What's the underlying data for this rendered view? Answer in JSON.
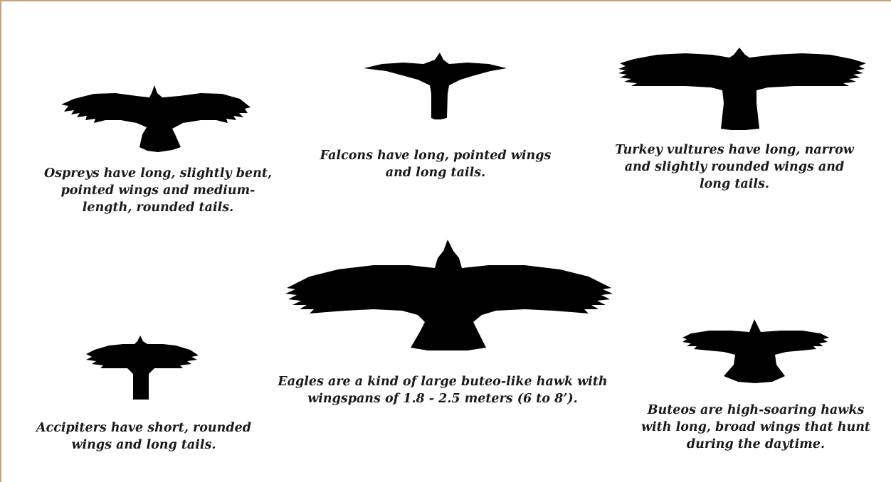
{
  "colors": {
    "frame": "#c8a27a",
    "silhouette": "#000000",
    "text": "#1a1a1a",
    "background": "#ffffff"
  },
  "birds": {
    "osprey": {
      "icon": "osprey-silhouette",
      "caption": [
        "Ospreys have long, slightly bent,",
        "pointed wings and medium-",
        "length, rounded tails."
      ]
    },
    "falcon": {
      "icon": "falcon-silhouette",
      "caption": [
        "Falcons have long, pointed wings",
        "and long tails."
      ]
    },
    "vulture": {
      "icon": "turkey-vulture-silhouette",
      "caption": [
        "Turkey vultures have long, narrow",
        "and slightly rounded wings and",
        "long tails."
      ]
    },
    "accipiter": {
      "icon": "accipiter-silhouette",
      "caption": [
        "Accipiters have short, rounded",
        "wings and long tails."
      ]
    },
    "eagle": {
      "icon": "eagle-silhouette",
      "caption": [
        "Eagles are a kind of large buteo-like hawk with",
        "wingspans of 1.8 - 2.5 meters (6 to 8’)."
      ]
    },
    "buteo": {
      "icon": "buteo-silhouette",
      "caption": [
        "Buteos are high-soaring hawks",
        "with long, broad wings that hunt",
        "during the daytime."
      ]
    }
  }
}
